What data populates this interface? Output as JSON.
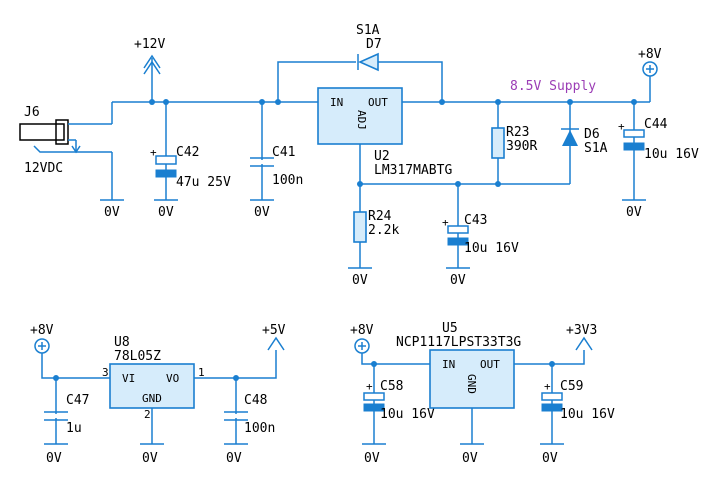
{
  "colors": {
    "wire": "#1a7fd0",
    "part_fill": "#d6ecfb",
    "text": "#000000",
    "net_label": "#9b3db5"
  },
  "power_labels": {
    "p12v": "+12V",
    "p8v_top": "+8V",
    "p8v_left": "+8V",
    "p5v": "+5V",
    "p8v_mid": "+8V",
    "p3v3": "+3V3"
  },
  "net_label": "8.5V Supply",
  "ground_label": "0V",
  "components": {
    "j6": {
      "ref": "J6",
      "value": "12VDC"
    },
    "c42": {
      "ref": "C42",
      "value": "47u 25V"
    },
    "c41": {
      "ref": "C41",
      "value": "100n"
    },
    "d7": {
      "ref": "D7",
      "value": "S1A"
    },
    "u2": {
      "ref": "U2",
      "value": "LM317MABTG",
      "pin_in": "IN",
      "pin_out": "OUT",
      "pin_adj": "ADJ"
    },
    "r23": {
      "ref": "R23",
      "value": "390R"
    },
    "d6": {
      "ref": "D6",
      "value": "S1A"
    },
    "c44": {
      "ref": "C44",
      "value": "10u 16V"
    },
    "r24": {
      "ref": "R24",
      "value": "2.2k"
    },
    "c43": {
      "ref": "C43",
      "value": "10u 16V"
    },
    "u8": {
      "ref": "U8",
      "value": "78L05Z",
      "pin_vi": "VI",
      "pin_vo": "VO",
      "pin_gnd": "GND",
      "num_vi": "3",
      "num_vo": "1",
      "num_gnd": "2"
    },
    "c47": {
      "ref": "C47",
      "value": "1u"
    },
    "c48": {
      "ref": "C48",
      "value": "100n"
    },
    "u5": {
      "ref": "U5",
      "value": "NCP1117LPST33T3G",
      "pin_in": "IN",
      "pin_out": "OUT",
      "pin_gnd": "GND"
    },
    "c58": {
      "ref": "C58",
      "value": "10u 16V"
    },
    "c59": {
      "ref": "C59",
      "value": "10u 16V"
    }
  },
  "plus_sign": "+"
}
